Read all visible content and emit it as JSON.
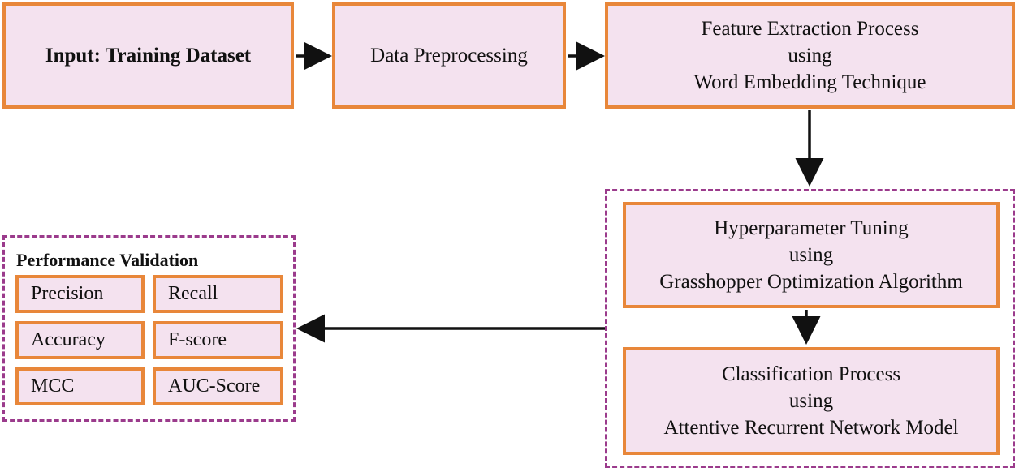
{
  "nodes": {
    "input": {
      "label": "Input: Training Dataset"
    },
    "preprocess": {
      "label": "Data Preprocessing"
    },
    "feature": {
      "line1": "Feature Extraction Process",
      "line2": "using",
      "line3": "Word Embedding Technique"
    },
    "hyper": {
      "line1": "Hyperparameter Tuning",
      "line2": "using",
      "line3": "Grasshopper Optimization Algorithm"
    },
    "classify": {
      "line1": "Classification Process",
      "line2": "using",
      "line3": "Attentive Recurrent Network Model"
    }
  },
  "performance": {
    "title": "Performance Validation",
    "metrics": [
      "Precision",
      "Recall",
      "Accuracy",
      "F-score",
      "MCC",
      "AUC-Score"
    ]
  },
  "colors": {
    "box_fill": "#f4e2ef",
    "box_border": "#e8873a",
    "dashed_border": "#9b3b8c",
    "arrow": "#111111"
  }
}
